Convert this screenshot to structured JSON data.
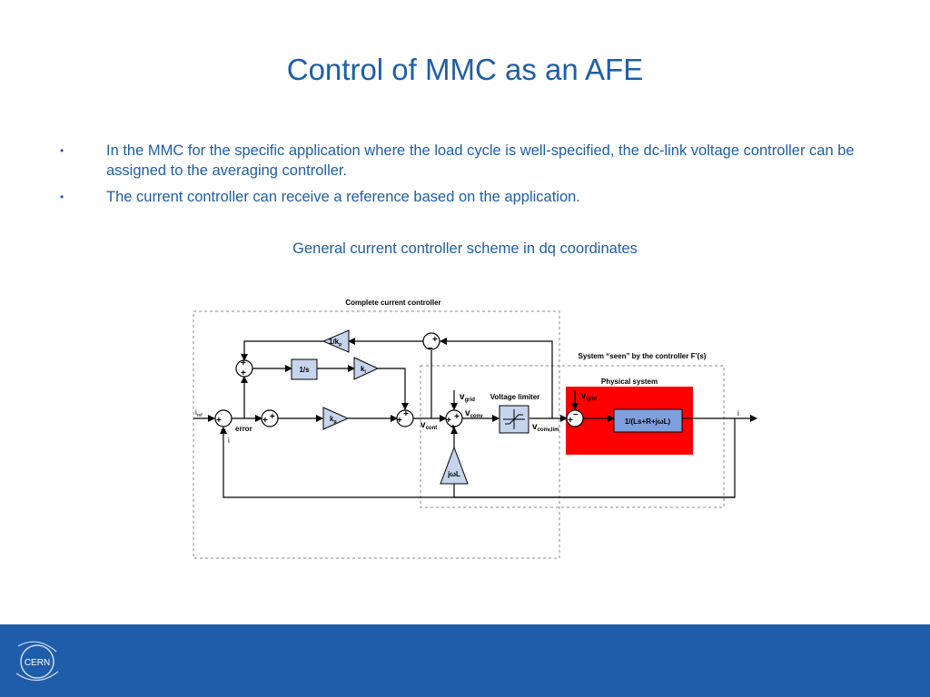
{
  "slide": {
    "title": "Control of MMC as an AFE",
    "bullets": [
      "In the MMC for the specific application where the load cycle is well-specified, the dc-link voltage controller can be assigned to the averaging controller.",
      "The current controller can receive a reference based on the application."
    ],
    "bullet_marker": "•",
    "caption": "General current controller scheme in dq coordinates"
  },
  "diagram": {
    "complete_label": "Complete current controller",
    "system_seen_label": "System “seen” by the controller F’(s)",
    "physical_label": "Physical system",
    "voltage_limiter_label": "Voltage limiter",
    "blocks": {
      "integrator": "1/s",
      "ki": "k",
      "ki_sub": "i",
      "kp": "k",
      "kp_sub": "p",
      "inv_kp": "1/k",
      "inv_kp_sub": "p",
      "plant": "1/(Ls+R+jωL)",
      "jwl": "jωL"
    },
    "signals": {
      "iref": "i",
      "iref_sub": "ref",
      "error": "error",
      "i_feedback": "i",
      "i_out": "i",
      "vgrid": "v",
      "vgrid_sub": "grid",
      "vconv": "v",
      "vconv_sub": "conv",
      "vcont": "v",
      "vcont_sub": "cont",
      "vconvlim": "v",
      "vconvlim_sub": "conv,lim",
      "vgrid2": "v",
      "vgrid2_sub": "grid"
    },
    "signs": {
      "plus": "+",
      "minus": "–"
    },
    "colors": {
      "physical_fill": "#ff0000",
      "block_fill": "#c6d4ee",
      "plant_fill": "#7fa0dc",
      "title_blue": "#1f5ea8",
      "footer_blue": "#1f5dab"
    }
  },
  "footer": {
    "logo_text": "CERN"
  }
}
